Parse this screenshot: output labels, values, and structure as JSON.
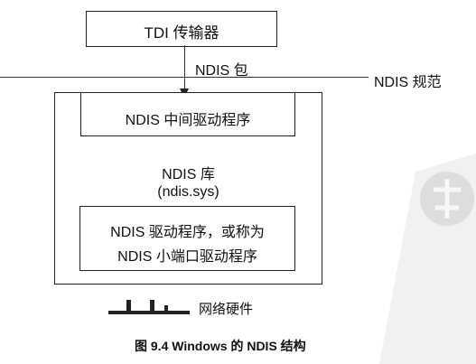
{
  "diagram": {
    "tdi_label": "TDI 传输器",
    "packet_label": "NDIS 包",
    "spec_label": "NDIS 规范",
    "intermediate_driver_label": "NDIS 中间驱动程序",
    "library_label": "NDIS 库",
    "library_file": "(ndis.sys)",
    "miniport_line1": "NDIS 驱动程序，或称为",
    "miniport_line2": "NDIS 小端口驱动程序",
    "hardware_label": "网络硬件",
    "caption": "图 9.4   Windows 的 NDIS 结构"
  }
}
